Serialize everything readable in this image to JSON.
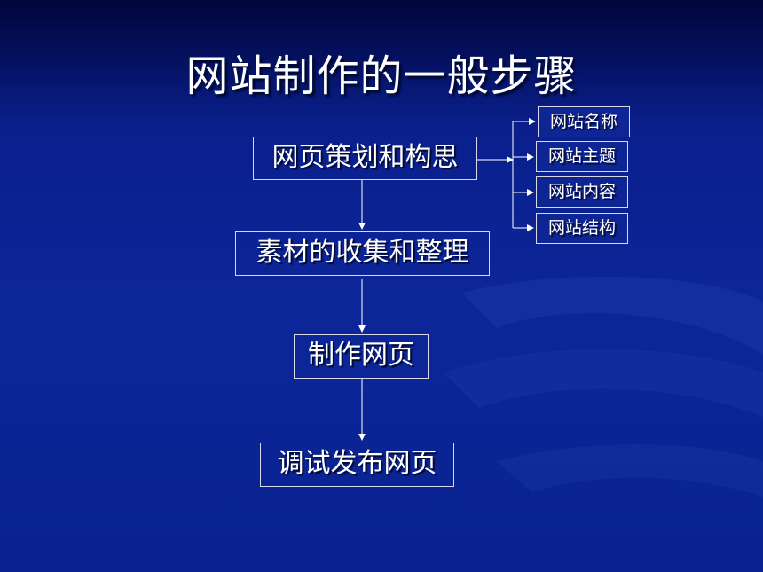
{
  "title": "网站制作的一般步骤",
  "steps": [
    "网页策划和构思",
    "素材的收集和整理",
    "制作网页",
    "调试发布网页"
  ],
  "sub_items": [
    "网站名称",
    "网站主题",
    "网站内容",
    "网站结构"
  ]
}
